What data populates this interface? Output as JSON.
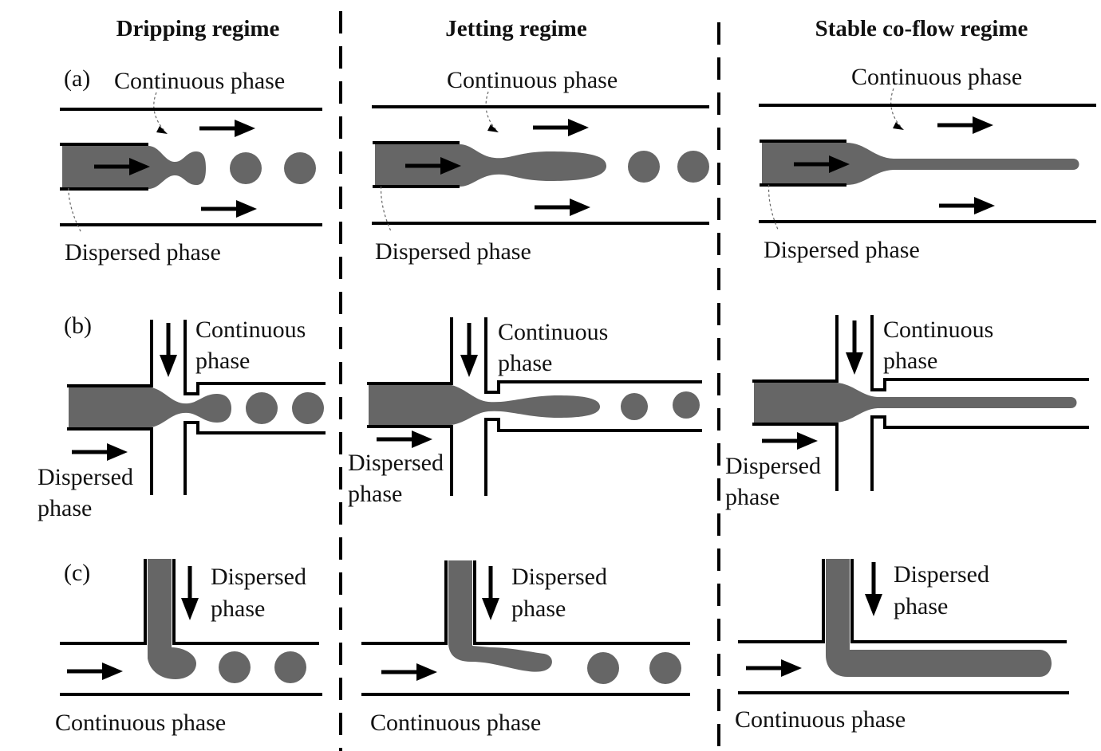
{
  "headers": {
    "dripping": "Dripping regime",
    "jetting": "Jetting regime",
    "coflow": "Stable co-flow regime"
  },
  "row_labels": {
    "a": "(a)",
    "b": "(b)",
    "c": "(c)"
  },
  "labels": {
    "continuous_phase": "Continuous phase",
    "dispersed_phase": "Dispersed phase",
    "continuous": "Continuous",
    "dispersed": "Dispersed",
    "phase": "phase",
    "dispersed_clipped": "Dispersed"
  },
  "colors": {
    "fluid": "#666666",
    "wall": "#000000",
    "background": "#ffffff"
  },
  "icons": [
    "arrow-right-icon",
    "arrow-down-icon"
  ]
}
